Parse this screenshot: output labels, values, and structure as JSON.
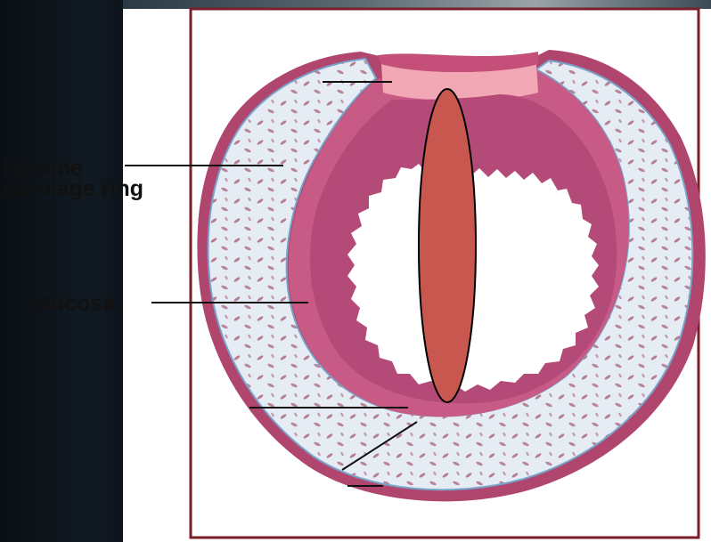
{
  "labels": {
    "hyaline_line1": "Hyaline",
    "hyaline_line2": "cartilage ring",
    "mucosa": "Mucosa"
  },
  "colors": {
    "perichondrium": "#b0466e",
    "cartilage": "#e6ecf4",
    "submucosa": "#c85a86",
    "mucosa_lining": "#b44a78",
    "smooth_muscle": "#f2a7b4",
    "lumen": "#ffffff",
    "chondrocyte": "#a8627a",
    "overlay_ellipse": "#c8574f",
    "frame": "#7a1e2a",
    "leader": "#111111"
  }
}
